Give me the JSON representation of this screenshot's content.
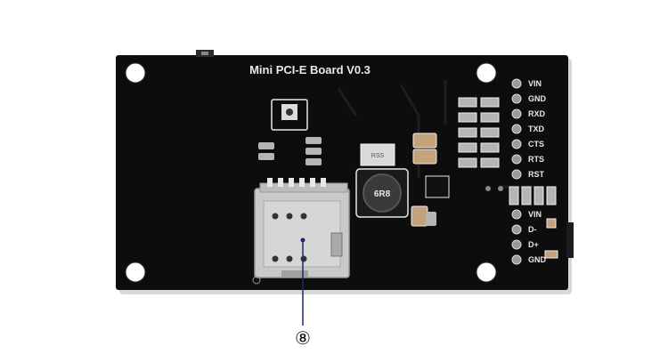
{
  "board": {
    "title": "Mini PCI-E Board V0.3",
    "inductor_marking": "6R8",
    "ic_marking": "RSS"
  },
  "pins_upper": [
    "VIN",
    "GND",
    "RXD",
    "TXD",
    "CTS",
    "RTS",
    "RST"
  ],
  "pins_lower": [
    "VIN",
    "D-",
    "D+",
    "GND"
  ],
  "callout": {
    "label": "⑧"
  },
  "colors": {
    "pcb": "#0d0d0d",
    "silkscreen": "#e8e8e8",
    "sim_metal": "#c8c8c8",
    "callout_line": "#1a2a6a"
  }
}
